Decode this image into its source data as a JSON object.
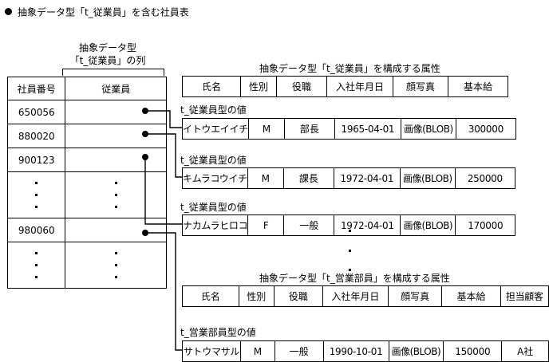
{
  "title": {
    "bullet": "●",
    "text": "抽象データ型「t_従業員」を含む社員表"
  },
  "left_table": {
    "caption_line1": "抽象データ型",
    "caption_line2": "「t_従業員」の列",
    "headers": [
      "社員番号",
      "従業員"
    ],
    "rows": [
      {
        "employee_no": "650056",
        "employee": "",
        "has_ref": true
      },
      {
        "employee_no": "880020",
        "employee": "",
        "has_ref": true
      },
      {
        "employee_no": "900123",
        "employee": "",
        "has_ref": true
      },
      {
        "employee_no": "⋮",
        "employee": "⋮",
        "has_ref": false
      },
      {
        "employee_no": "980060",
        "employee": "",
        "has_ref": true
      },
      {
        "employee_no": "⋮",
        "employee": "⋮",
        "has_ref": false
      }
    ]
  },
  "employee_attrs": {
    "caption": "抽象データ型「t_従業員」を構成する属性",
    "headers": [
      "氏名",
      "性別",
      "役職",
      "入社年月日",
      "顔写真",
      "基本給"
    ],
    "value_label": "t_従業員型の値",
    "rows": [
      {
        "name": "イトウエイイチ",
        "sex": "M",
        "post": "部長",
        "date": "1965-04-01",
        "photo": "画像(BLOB)",
        "salary": "300000"
      },
      {
        "name": "キムラコウイチ",
        "sex": "M",
        "post": "課長",
        "date": "1972-04-01",
        "photo": "画像(BLOB)",
        "salary": "250000"
      },
      {
        "name": "ナカムラヒロコ",
        "sex": "F",
        "post": "一般",
        "date": "1972-04-01",
        "photo": "画像(BLOB)",
        "salary": "170000"
      }
    ]
  },
  "sales_attrs": {
    "caption": "抽象データ型「t_営業部員」を構成する属性",
    "headers": [
      "氏名",
      "性別",
      "役職",
      "入社年月日",
      "顔写真",
      "基本給",
      "担当顧客"
    ],
    "value_label": "t_営業部員型の値",
    "rows": [
      {
        "name": "サトウマサル",
        "sex": "M",
        "post": "一般",
        "date": "1990-10-01",
        "photo": "画像(BLOB)",
        "salary": "150000",
        "client": "A社"
      }
    ]
  },
  "colors": {
    "line": "#000000",
    "background": "#ffffff"
  }
}
